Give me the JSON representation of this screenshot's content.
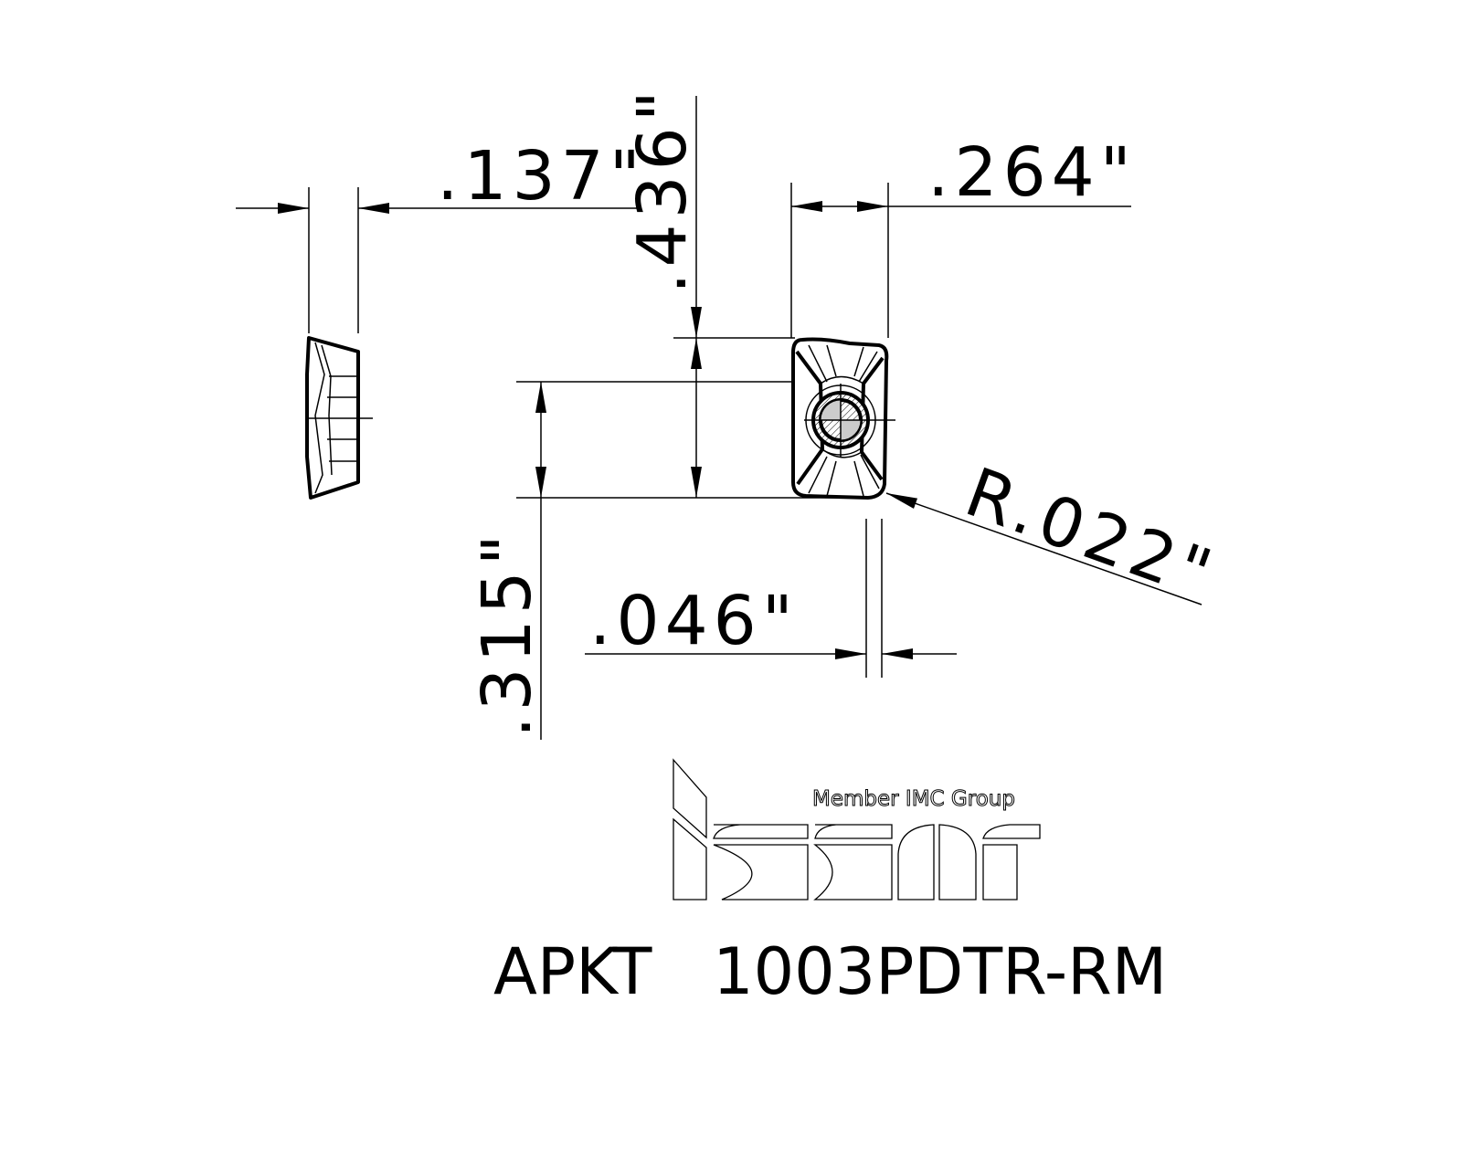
{
  "drawing": {
    "dimensions": {
      "thickness": ".137\"",
      "length": ".436\"",
      "width": ".264\"",
      "corner_radius": "R.022\"",
      "hole_offset": ".315\"",
      "wiper_flat": ".046\""
    },
    "logo": {
      "brand": "iscar",
      "tagline": "Member IMC Group"
    },
    "part_number": "APKT   1003PDTR-RM"
  }
}
